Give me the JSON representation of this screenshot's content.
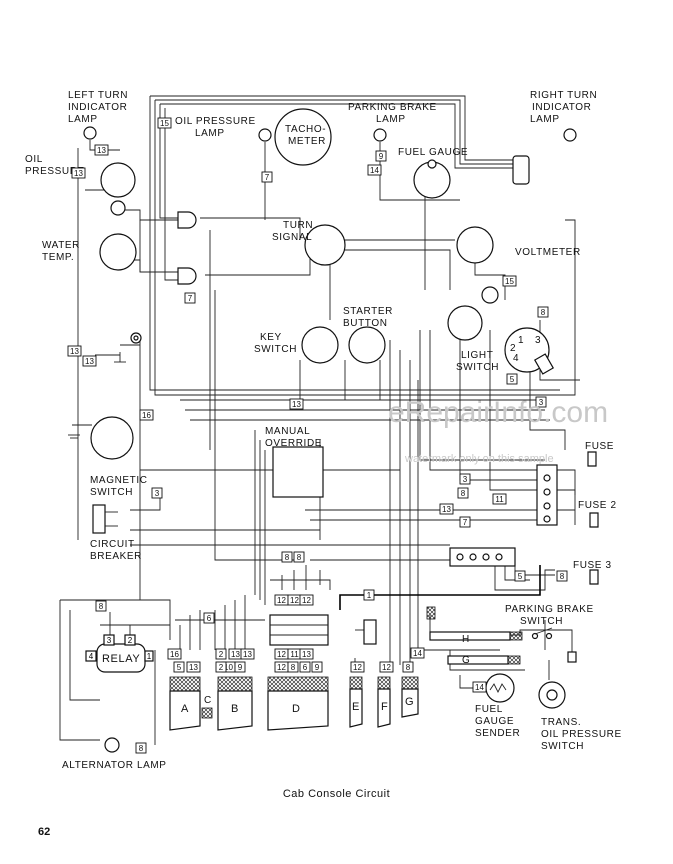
{
  "labels": {
    "left_turn_1": "LEFT TURN",
    "left_turn_2": "INDICATOR",
    "left_turn_3": "LAMP",
    "oil_pressure_lamp_1": "OIL PRESSURE",
    "oil_pressure_lamp_2": "LAMP",
    "tacho_1": "TACHO-",
    "tacho_2": "METER",
    "parking_lamp_1": "PARKING BRAKE",
    "parking_lamp_2": "LAMP",
    "fuel_gauge": "FUEL GAUGE",
    "right_turn_1": "RIGHT TURN",
    "right_turn_2": "INDICATOR",
    "right_turn_3": "LAMP",
    "oil_pressure_1": "OIL",
    "oil_pressure_2": "PRESSURE",
    "water_temp_1": "WATER",
    "water_temp_2": "TEMP.",
    "turn_signal_1": "TURN",
    "turn_signal_2": "SIGNAL",
    "voltmeter": "VOLTMETER",
    "starter_1": "STARTER",
    "starter_2": "BUTTON",
    "key_switch_1": "KEY",
    "key_switch_2": "SWITCH",
    "light_switch_1": "LIGHT",
    "light_switch_2": "SWITCH",
    "manual_override_1": "MANUAL",
    "manual_override_2": "OVERRIDE",
    "magnetic_switch_1": "MAGNETIC",
    "magnetic_switch_2": "SWITCH",
    "circuit_breaker_1": "CIRCUIT",
    "circuit_breaker_2": "BREAKER",
    "fuse": "FUSE",
    "fuse_2": "FUSE 2",
    "fuse_3": "FUSE 3",
    "parking_switch_1": "PARKING BRAKE",
    "parking_switch_2": "SWITCH",
    "relay": "RELAY",
    "fuel_sender_1": "FUEL",
    "fuel_sender_2": "GAUGE",
    "fuel_sender_3": "SENDER",
    "trans_1": "TRANS.",
    "trans_2": "OIL PRESSURE",
    "trans_3": "SWITCH",
    "alternator_lamp": "ALTERNATOR LAMP",
    "conn_A": "A",
    "conn_B": "B",
    "conn_C": "C",
    "conn_D": "D",
    "conn_E": "E",
    "conn_F": "F",
    "conn_G": "G",
    "wire_H": "H",
    "wire_G": "G",
    "light_pin_1": "1",
    "light_pin_2": "2",
    "light_pin_3": "3",
    "light_pin_4": "4",
    "relay_pin_1": "1",
    "relay_pin_2": "2",
    "relay_pin_3": "3",
    "relay_pin_4": "4"
  },
  "wire_tags": {
    "t15a": "15",
    "t13a": "13",
    "t13b": "13",
    "t7a": "7",
    "t9a": "9",
    "t14a": "14",
    "t15b": "15",
    "t7b": "7",
    "t13c": "13",
    "t13d": "13",
    "t16a": "16",
    "t8a": "8",
    "t5a": "5",
    "t3a": "3",
    "t13e": "13",
    "t3b": "3",
    "t3c": "3",
    "t8b": "8",
    "t11a": "11",
    "t13f": "13",
    "t7c": "7",
    "t8c": "8",
    "t8d": "8",
    "t5b": "5",
    "t8e": "8",
    "t1a": "1",
    "t6a": "6",
    "t8f": "8",
    "t12a": "12",
    "t12b": "12",
    "t12c": "12",
    "t12d": "12",
    "t11b": "11",
    "t13g": "13",
    "t12e": "12",
    "t8g": "8",
    "t6b": "6",
    "t9b": "9",
    "t16b": "16",
    "t5c": "5",
    "t13h": "13",
    "t2a": "2",
    "t10a": "10",
    "t9c": "9",
    "t2b": "2",
    "t13i": "13",
    "t13j": "13",
    "t12f": "12",
    "t12g": "12",
    "t8h": "8",
    "t14b": "14",
    "t14c": "14",
    "t8i": "8"
  },
  "watermark": {
    "main": "eRepairInfo.com",
    "sub": "watermark only on this sample"
  },
  "caption": "Cab Console Circuit",
  "page_number": "62"
}
